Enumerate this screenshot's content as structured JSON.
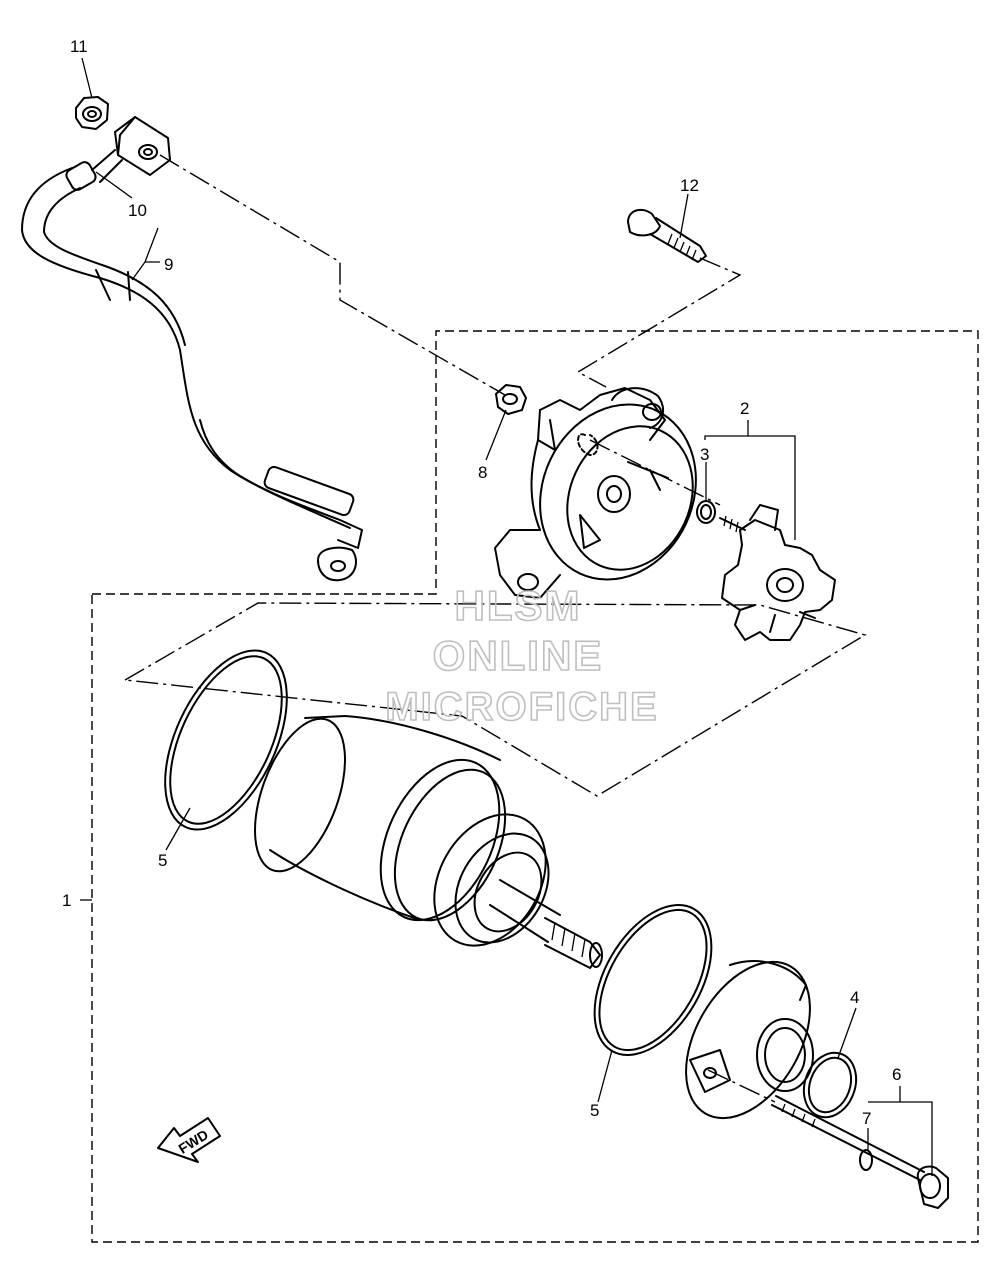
{
  "callouts": {
    "c1": "1",
    "c2": "2",
    "c3": "3",
    "c4": "4",
    "c5a": "5",
    "c5b": "5",
    "c6": "6",
    "c7": "7",
    "c8": "8",
    "c9": "9",
    "c10": "10",
    "c11": "11",
    "c12": "12"
  },
  "fwd_label": "FWD",
  "watermark": {
    "line1": "HLSM",
    "line2": "ONLINE",
    "line3": "MICROFICHE",
    "color": "#bfbfbf"
  },
  "colors": {
    "line": "#000000",
    "background": "#ffffff"
  }
}
